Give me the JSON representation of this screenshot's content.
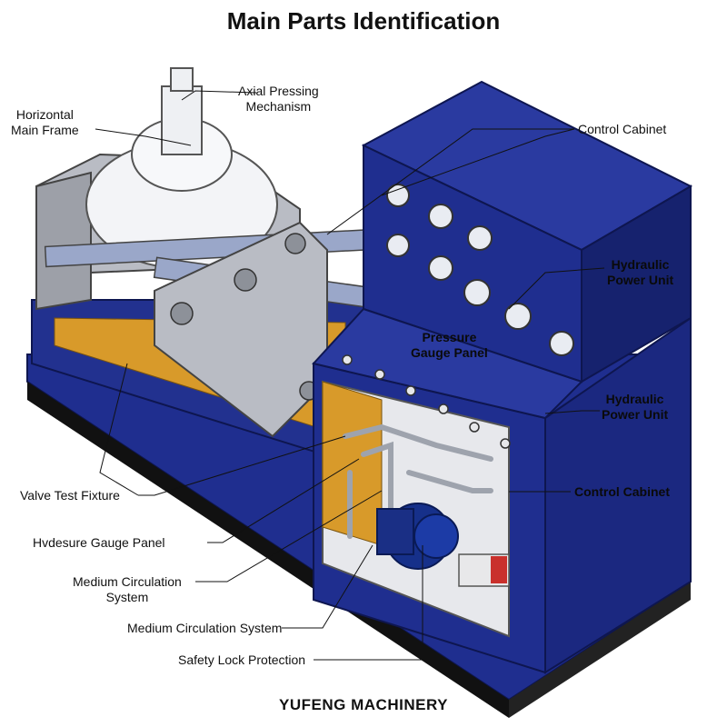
{
  "title": "Main Parts Identification",
  "footer": "YUFENG MACHINERY",
  "callouts": {
    "axial_pressing": [
      "Axial Pressing",
      "Mechanism"
    ],
    "horizontal_frame": [
      "Horizontal",
      "Main Frame"
    ],
    "control_cabinet_top": "Control Cabinet",
    "hydraulic_top": [
      "Hydraulic",
      "Power Unit"
    ],
    "pressure_gauge_panel": [
      "Pressure",
      "Gauge Panel"
    ],
    "hydraulic_mid": [
      "Hydraulic",
      "Power Unit"
    ],
    "control_cabinet_bottom": "Control Cabinet",
    "valve_test_fixture": "Valve Test Fixture",
    "hvdesure_gauge": "Hvdesure Gauge Panel",
    "medium_circ_1": [
      "Medium Circulation",
      "System"
    ],
    "medium_circ_2": "Medium Circulation System",
    "safety_lock": "Safety Lock Protection"
  },
  "colors": {
    "cabinet_blue": "#1f2e8f",
    "cabinet_dark": "#16226e",
    "frame_grey": "#b9bcc4",
    "panel_orange": "#d89a2a",
    "pump_blue": "#16308a"
  }
}
